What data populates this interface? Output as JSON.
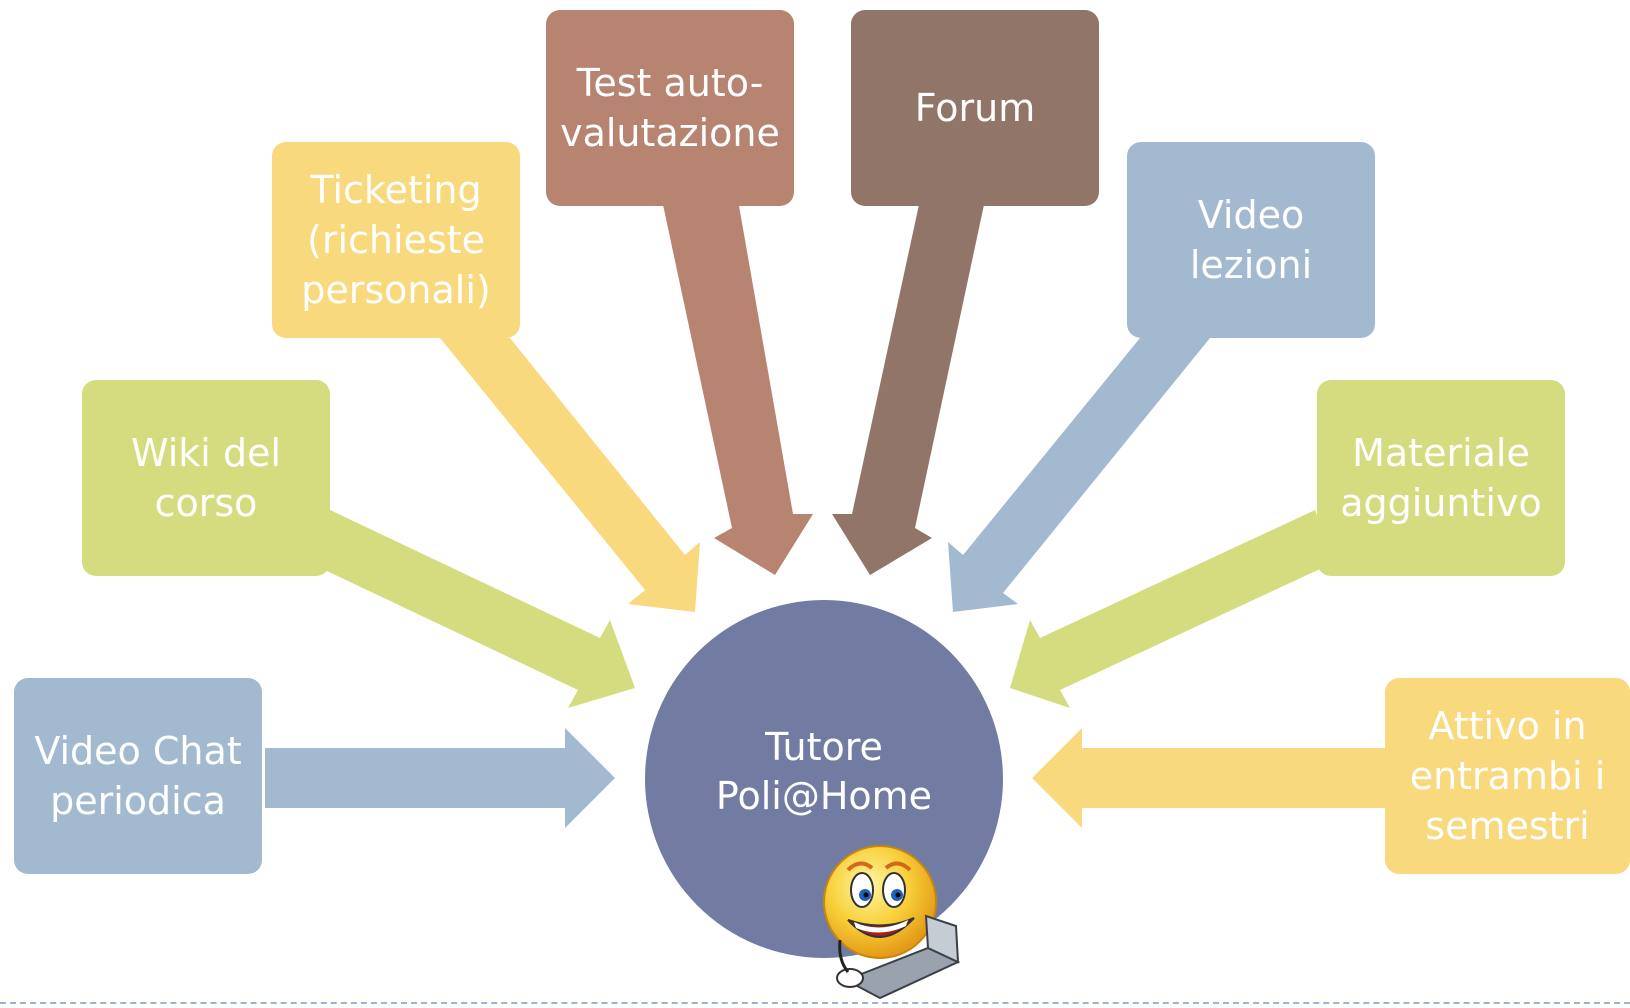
{
  "hub": {
    "lines": [
      "Tutore",
      "Poli@Home"
    ],
    "color": "#727ba1",
    "icon": "laptop-smiley-icon"
  },
  "nodes": [
    {
      "id": "video-chat",
      "lines": [
        "Video Chat",
        "periodica"
      ],
      "color": "#a2b9cf"
    },
    {
      "id": "wiki",
      "lines": [
        "Wiki del",
        "corso"
      ],
      "color": "#d5dc80"
    },
    {
      "id": "ticketing",
      "lines": [
        "Ticketing",
        "(richieste",
        "personali)"
      ],
      "color": "#f8d97e"
    },
    {
      "id": "test",
      "lines": [
        "Test auto-",
        "valutazione"
      ],
      "color": "#b68470"
    },
    {
      "id": "forum",
      "lines": [
        "Forum"
      ],
      "color": "#917569"
    },
    {
      "id": "video-lezioni",
      "lines": [
        "Video",
        "lezioni"
      ],
      "color": "#a2b9cf"
    },
    {
      "id": "materiale",
      "lines": [
        "Materiale",
        "aggiuntivo"
      ],
      "color": "#d5dc80"
    },
    {
      "id": "attivo",
      "lines": [
        "Attivo in",
        "entrambi i",
        "semestri"
      ],
      "color": "#f8d97e"
    }
  ]
}
